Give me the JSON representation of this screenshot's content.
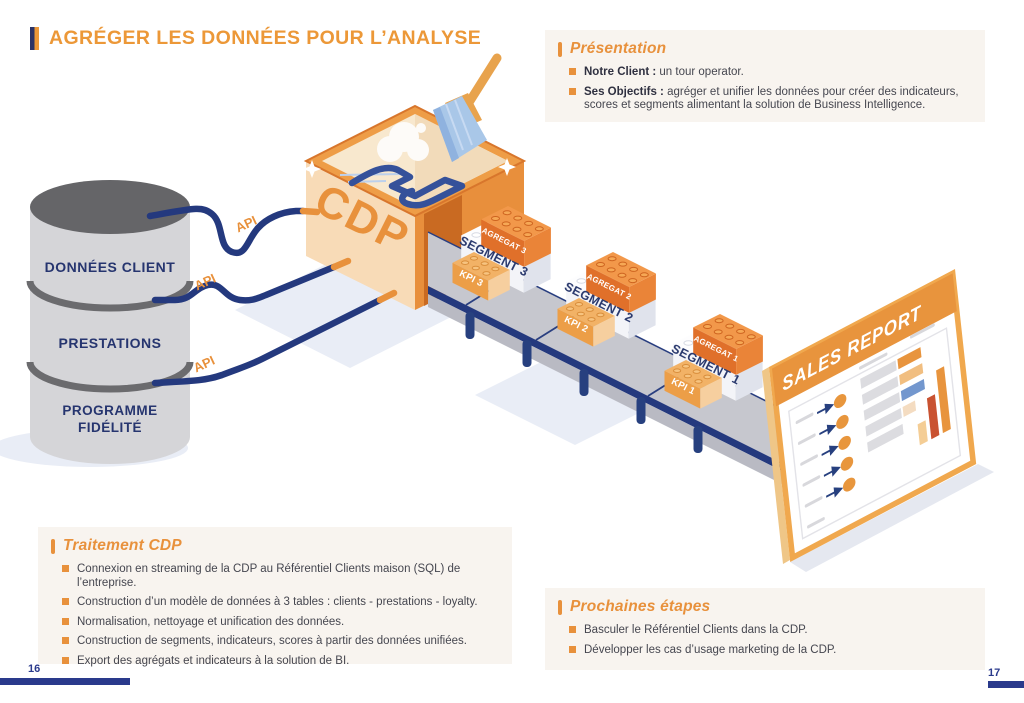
{
  "page": {
    "title": "AGRÉGER LES DONNÉES POUR L’ANALYSE",
    "page_number_left": "16",
    "page_number_right": "17"
  },
  "colors": {
    "accent": "#E8913C",
    "navy": "#24397E",
    "cream": "#F8F4EF"
  },
  "presentation": {
    "heading": "Présentation",
    "bullets": [
      {
        "label": "Notre Client :",
        "text": "un tour operator."
      },
      {
        "label": "Ses Objectifs :",
        "text": "agréger et unifier les données pour créer des indicateurs, scores et segments alimentant la solution de Business Intelligence."
      }
    ]
  },
  "traitement": {
    "heading": "Traitement CDP",
    "bullets": [
      "Connexion en streaming de la CDP au Référentiel Clients maison (SQL) de l’entreprise.",
      "Construction d’un modèle de données à 3 tables : clients - prestations - loyalty.",
      "Normalisation, nettoyage et unification des données.",
      "Construction de segments, indicateurs, scores à partir des données unifiées.",
      "Export des agrégats et indicateurs à la solution de BI."
    ]
  },
  "prochaines": {
    "heading": "Prochaines étapes",
    "bullets": [
      "Basculer le Référentiel Clients dans la CDP.",
      "Développer les cas d’usage marketing de la CDP."
    ]
  },
  "diagram": {
    "database": {
      "label_1": "DONNÉES CLIENT",
      "label_2": "PRESTATIONS",
      "label_3a": "PROGRAMME",
      "label_3b": "FIDÉLITÉ"
    },
    "api_labels": [
      "API",
      "API",
      "API"
    ],
    "cdp_label": "CDP",
    "groups": [
      {
        "agregat": "AGREGAT 3",
        "segment": "SEGMENT 3",
        "kpi": "KPI 3"
      },
      {
        "agregat": "AGREGAT 2",
        "segment": "SEGMENT 2",
        "kpi": "KPI 2"
      },
      {
        "agregat": "AGREGAT 1",
        "segment": "SEGMENT 1",
        "kpi": "KPI 1"
      }
    ],
    "report": {
      "title": "SALES REPORT"
    }
  }
}
